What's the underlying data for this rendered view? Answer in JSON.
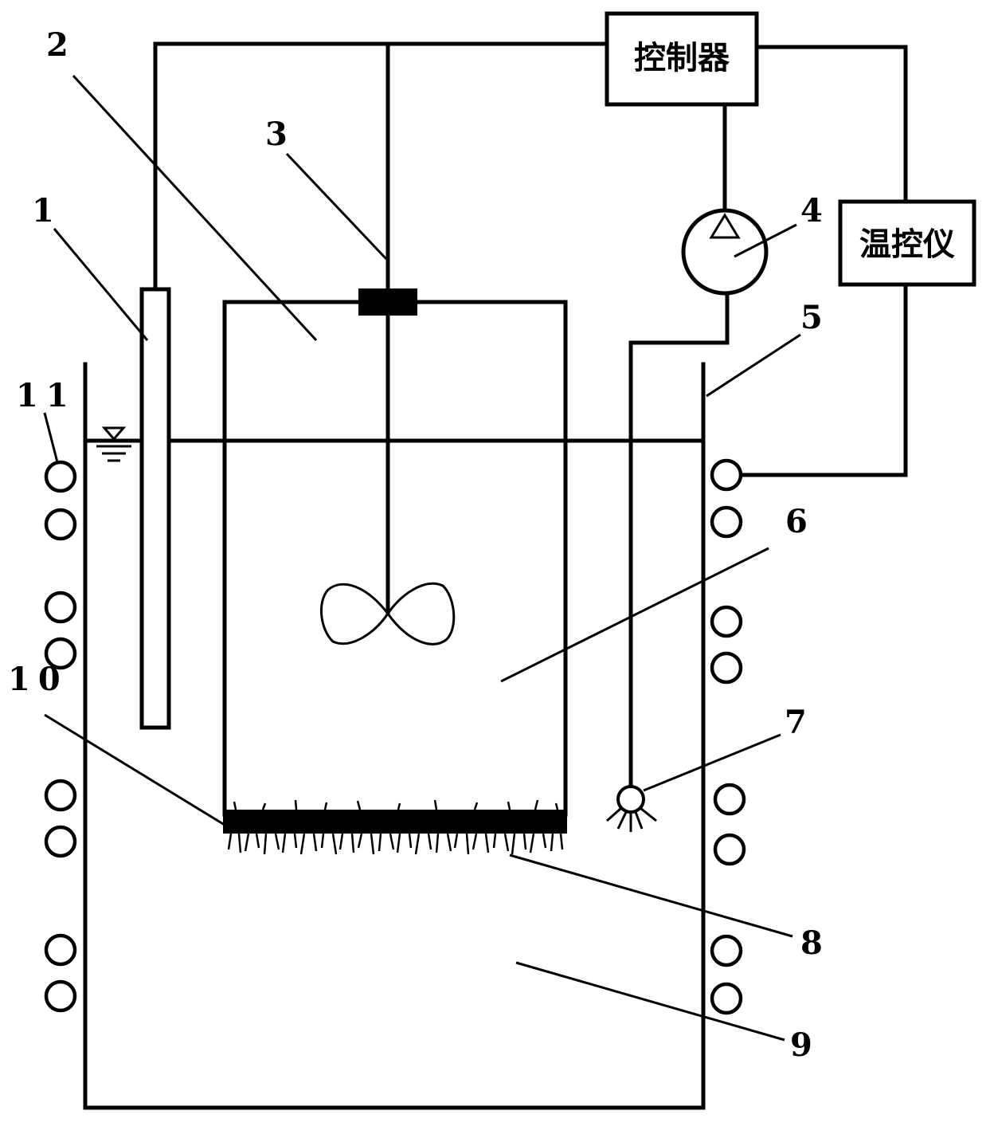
{
  "labels": {
    "controller": "控制器",
    "temp_controller": "温控仪",
    "n1": "1",
    "n2": "2",
    "n3": "3",
    "n4": "4",
    "n5": "5",
    "n6": "6",
    "n7": "7",
    "n8": "8",
    "n9": "9",
    "n10": "10",
    "n11": "11"
  }
}
